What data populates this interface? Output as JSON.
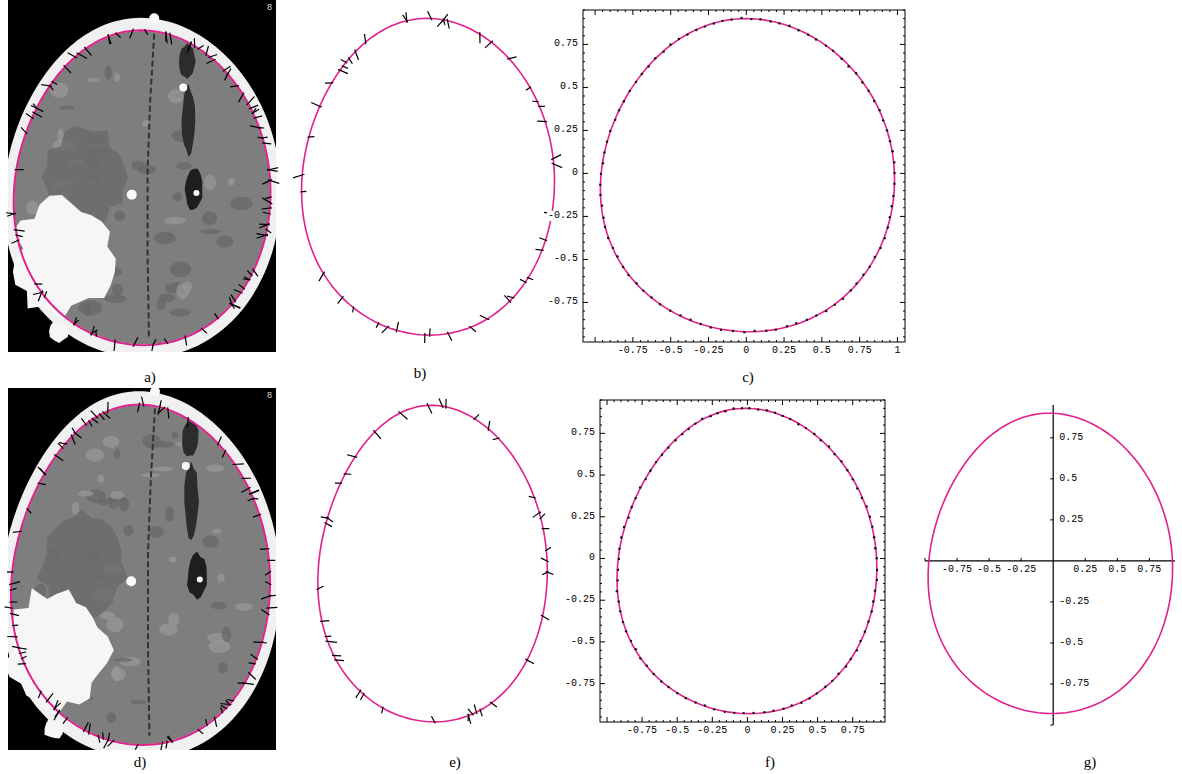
{
  "diagram": {
    "labels": [
      "a)",
      "b)",
      "c)",
      "d)",
      "e)",
      "f)",
      "g)",
      "8",
      "8",
      "0.75",
      "0.5",
      "0.25",
      "0",
      "-0.25",
      "-0.5",
      "-0.75",
      "-0.75",
      "-0.5",
      "-0.25",
      "0",
      "0.25",
      "0.5",
      "0.75",
      "1",
      "0.75",
      "0.5",
      "0.25",
      "0",
      "-0.25",
      "-0.5",
      "-0.75",
      "-0.75",
      "-0.5",
      "-0.25",
      "0",
      "0.25",
      "0.5",
      "0.75",
      "0.75",
      "0.5",
      "0.25",
      "-0.25",
      "-0.5",
      "-0.75",
      "-0.75",
      "-0.5",
      "-0.25",
      "0.25",
      "0.5",
      "0.75"
    ]
  }
}
